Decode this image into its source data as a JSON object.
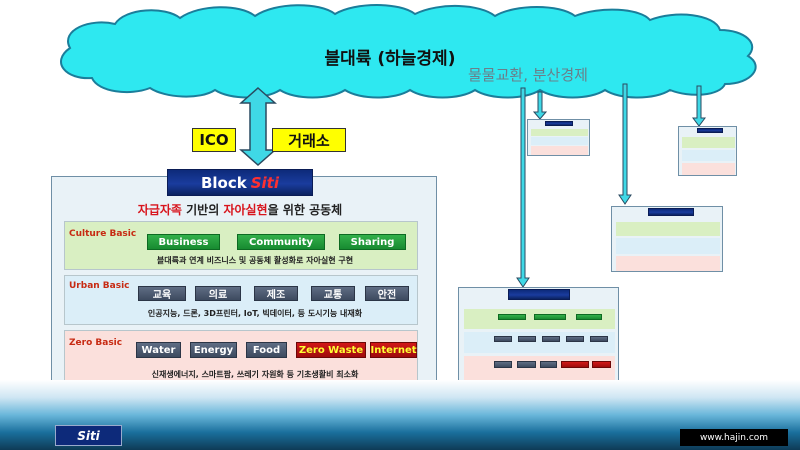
{
  "cloud": {
    "title": "블대륙 (하늘경제)",
    "subtitle": "물물교환, 분산경제"
  },
  "tags": {
    "ico": "ICO",
    "exchange": "거래소"
  },
  "colors": {
    "cloud_fill": "#2ee8f0",
    "cloud_stroke": "#1b7d9a",
    "arrow_fill": "#3fd8e6",
    "accent_red": "#d8141c"
  },
  "platform": {
    "logo_main": "Block",
    "logo_accent": "Siti",
    "headline_red1": "자급자족",
    "headline_mid": " 기반의 ",
    "headline_red2": "자아실현",
    "headline_tail": "을 위한 공동체",
    "culture": {
      "label": "Culture Basic",
      "buttons": [
        "Business",
        "Community",
        "Sharing"
      ],
      "desc": "블대륙과 연계 비즈니스 및 공동체 활성화로 자아실현 구현"
    },
    "urban": {
      "label": "Urban Basic",
      "buttons": [
        "교육",
        "의료",
        "제조",
        "교통",
        "안전"
      ],
      "desc": "인공지능, 드론, 3D프린터, IoT, 빅데이터,  등 도시기능 내재화"
    },
    "zero": {
      "label": "Zero Basic",
      "buttons": [
        "Water",
        "Energy",
        "Food",
        "Zero Waste",
        "Internet"
      ],
      "desc": "신재생에너지, 스마트팜, 쓰레기 자원화 등 기초생활비 최소화"
    }
  },
  "footer": {
    "logo": "Siti",
    "url": "www.hajin.com"
  }
}
